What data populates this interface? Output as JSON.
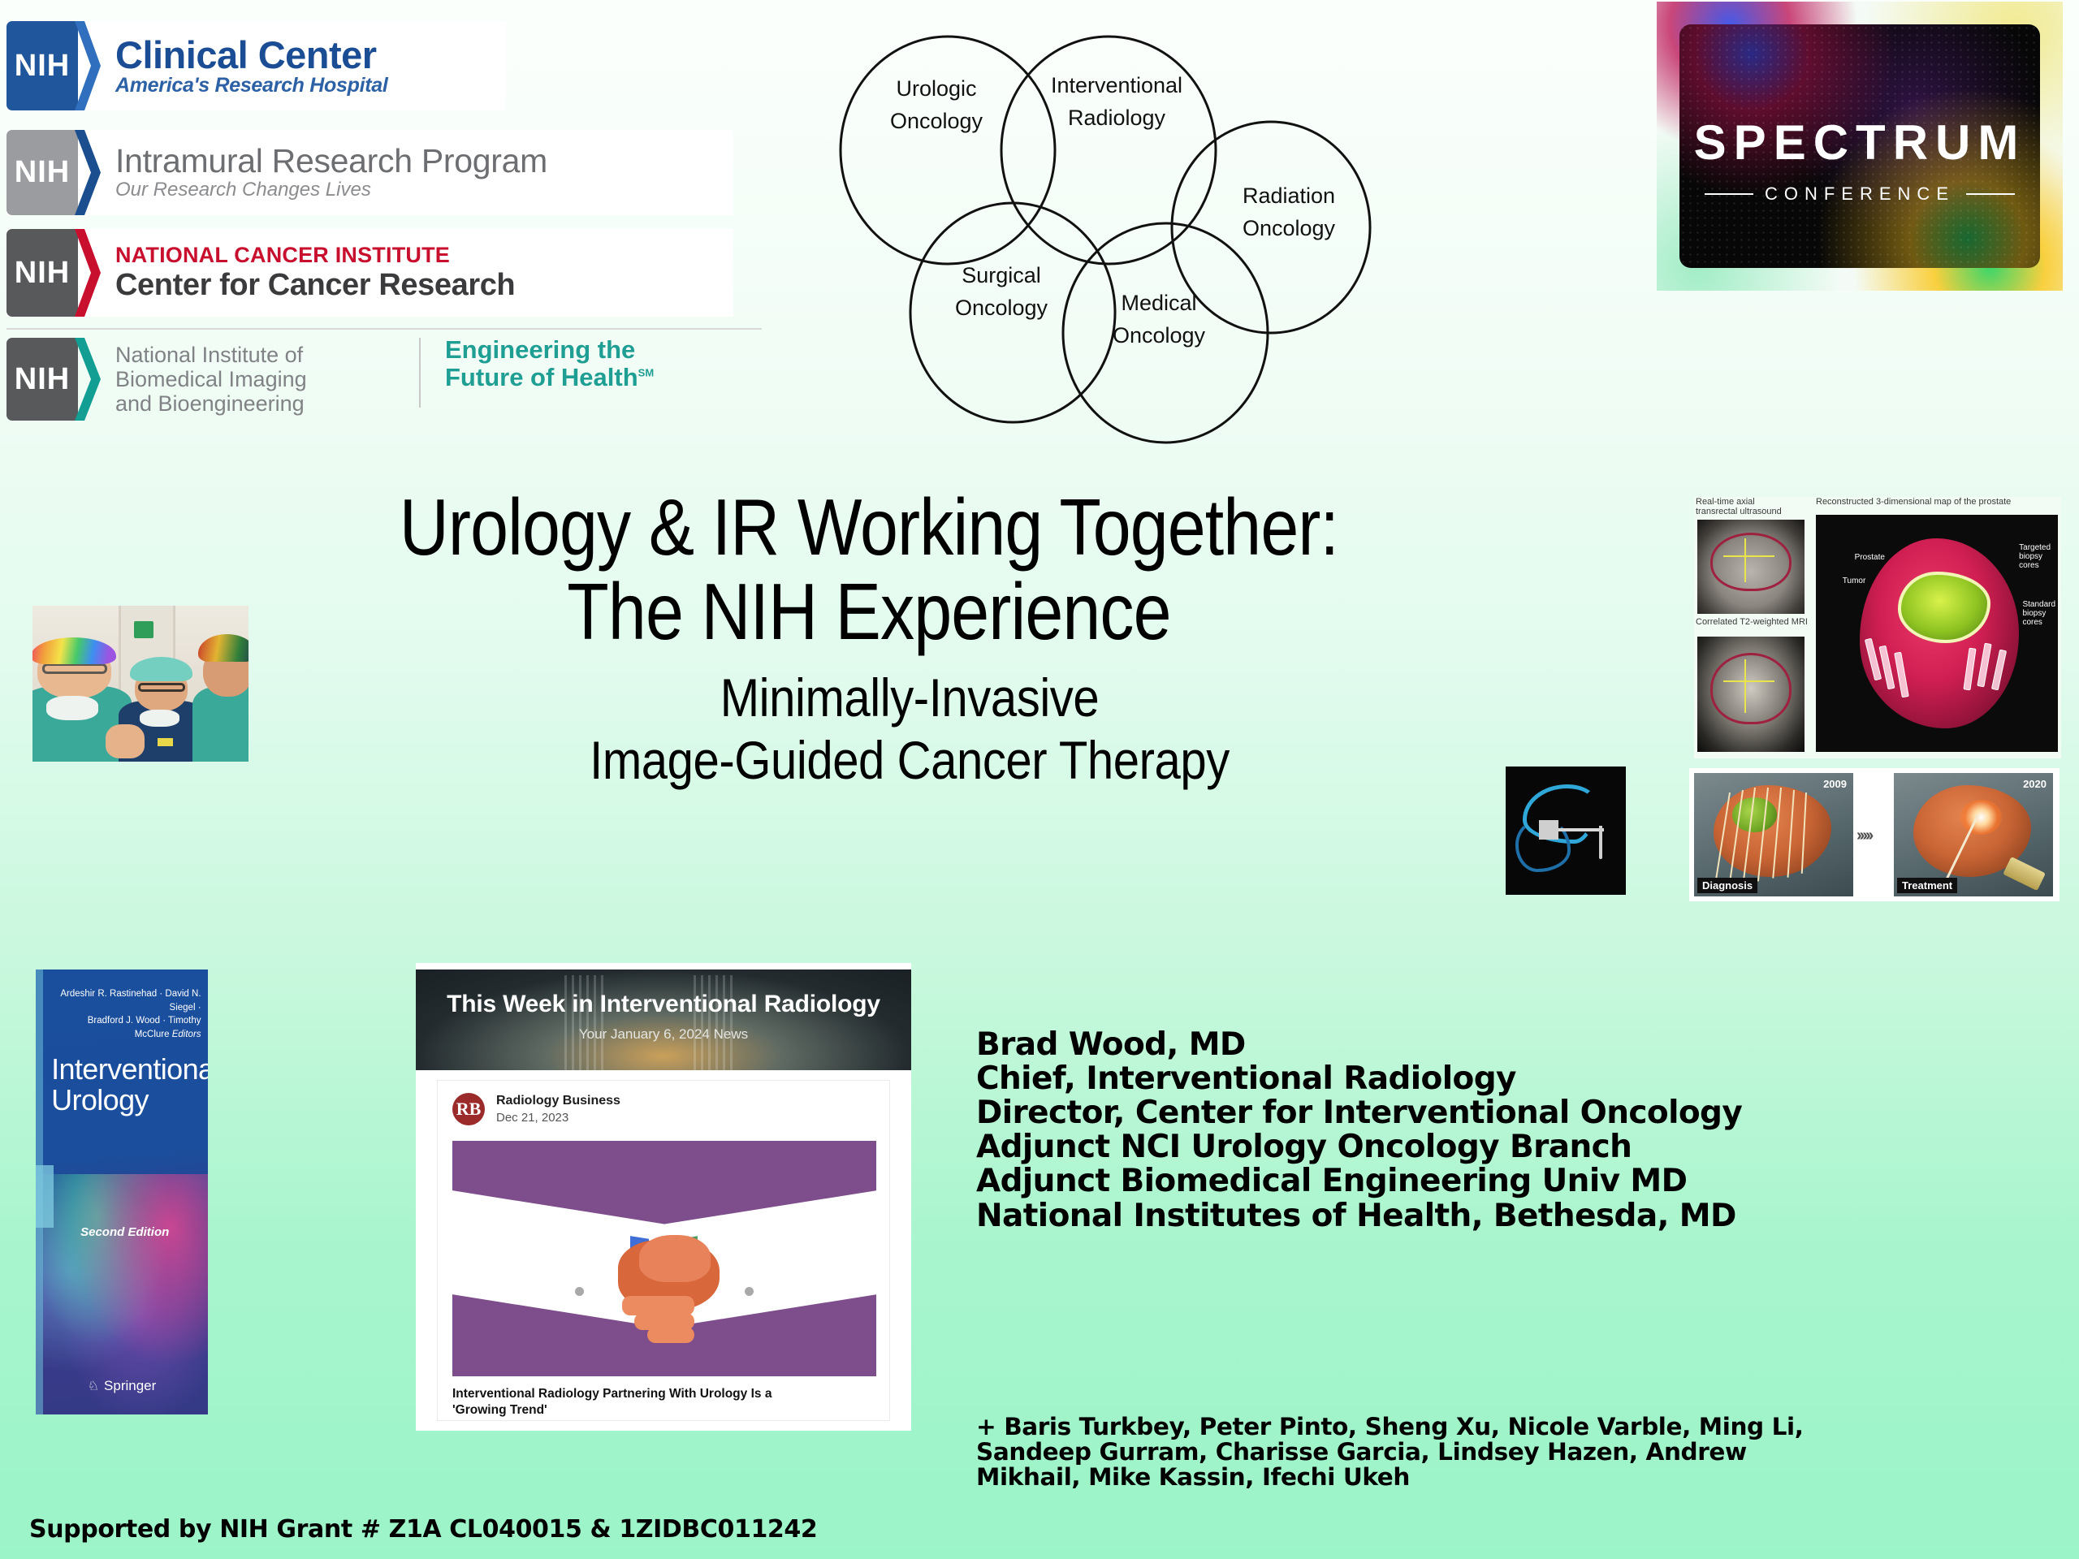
{
  "logos": {
    "nih_abbr": "NIH",
    "rows": [
      {
        "name": "clinical-center",
        "title": "Clinical Center",
        "subtitle": "America's Research Hospital",
        "badge_color": "#20569b",
        "chevron_color": "#2f6fbe"
      },
      {
        "name": "intramural-research-program",
        "title": "Intramural Research Program",
        "subtitle": "Our Research Changes Lives",
        "badge_color": "#9b9ca0",
        "chevron_color": "#1b4e8f"
      },
      {
        "name": "national-cancer-institute",
        "title": "NATIONAL CANCER INSTITUTE",
        "subtitle": "Center for Cancer Research",
        "badge_color": "#58595b",
        "chevron_color": "#c8102e"
      },
      {
        "name": "nibib",
        "title": "National Institute of\nBiomedical Imaging\nand Bioengineering",
        "subtitle": "Engineering the Future of Health",
        "badge_color": "#58595b",
        "chevron_color": "#129e93"
      }
    ],
    "nibib": {
      "line1": "National Institute of",
      "line2": "Biomedical Imaging",
      "line3": "and Bioengineering",
      "tag_line1": "Engineering the",
      "tag_line2": "Future of Health",
      "tag_sm": "SM"
    }
  },
  "venn": {
    "circles": [
      {
        "id": "urologic-oncology",
        "label_line1": "Urologic",
        "label_line2": "Oncology"
      },
      {
        "id": "interventional-radiology",
        "label_line1": "Interventional",
        "label_line2": "Radiology"
      },
      {
        "id": "radiation-oncology",
        "label_line1": "Radiation",
        "label_line2": "Oncology"
      },
      {
        "id": "surgical-oncology",
        "label_line1": "Surgical",
        "label_line2": "Oncology"
      },
      {
        "id": "medical-oncology",
        "label_line1": "Medical",
        "label_line2": "Oncology"
      }
    ]
  },
  "spectrum": {
    "word": "SPECTRUM",
    "subtitle": "CONFERENCE"
  },
  "title": {
    "line1": "Urology & IR Working Together:",
    "line2": "The NIH Experience",
    "subtitle1": "Minimally-Invasive",
    "subtitle2": "Image-Guided Cancer Therapy"
  },
  "fusion_figure": {
    "caption_us": "Real-time axial\ntransrectal ultrasound",
    "caption_us_l1": "Real-time axial",
    "caption_us_l2": "transrectal ultrasound",
    "caption_mri": "Correlated T2-weighted MRI",
    "caption_3d": "Reconstructed 3-dimensional map of the prostate",
    "annotations": {
      "prostate": "Prostate",
      "tumor": "Tumor",
      "targeted_cores": "Targeted\nbiopsy\ncores",
      "targeted_l1": "Targeted",
      "targeted_l2": "biopsy",
      "targeted_l3": "cores",
      "standard_l1": "Standard",
      "standard_l2": "biopsy",
      "standard_l3": "cores"
    }
  },
  "dx_tx": {
    "diagnosis_label": "Diagnosis",
    "diagnosis_year": "2009",
    "treatment_label": "Treatment",
    "treatment_year": "2020",
    "arrows": "›››››"
  },
  "book": {
    "editors_line1": "Ardeshir R. Rastinehad · David N. Siegel ·",
    "editors_line2": "Bradford J. Wood · Timothy McClure",
    "editors_role": "Editors",
    "title_line1": "Interventional",
    "title_line2": "Urology",
    "edition": "Second Edition",
    "publisher": "Springer"
  },
  "newsletter": {
    "header_title": "This Week in Interventional Radiology",
    "header_subtitle": "Your January 6, 2024 News",
    "source_logo": "RB",
    "source_name": "Radiology Business",
    "source_date": "Dec 21, 2023",
    "caption_line1": "Interventional Radiology Partnering With Urology Is a",
    "caption_line2": "'Growing Trend'"
  },
  "author": {
    "lines": [
      "Brad Wood, MD",
      "Chief, Interventional Radiology",
      "Director, Center for Interventional Oncology",
      "Adjunct NCI Urology Oncology Branch",
      "Adjunct Biomedical Engineering Univ MD",
      "National Institutes of Health, Bethesda, MD"
    ]
  },
  "collaborators": {
    "lines": [
      "+ Baris Turkbey, Peter Pinto, Sheng Xu, Nicole Varble, Ming Li,",
      "Sandeep Gurram, Charisse Garcia, Lindsey Hazen, Andrew",
      "Mikhail, Mike Kassin, Ifechi Ukeh"
    ]
  },
  "footer": {
    "grant": "Supported by NIH Grant # Z1A CL040015 & 1ZIDBC011242"
  },
  "colors": {
    "background_top": "#fbfffc",
    "background_bottom": "#9bf4c8",
    "nih_blue": "#20569b",
    "nci_red": "#c8102e",
    "nibib_teal": "#129e93",
    "book_blue": "#1a4f9e",
    "news_purple": "#7d4d8c"
  }
}
